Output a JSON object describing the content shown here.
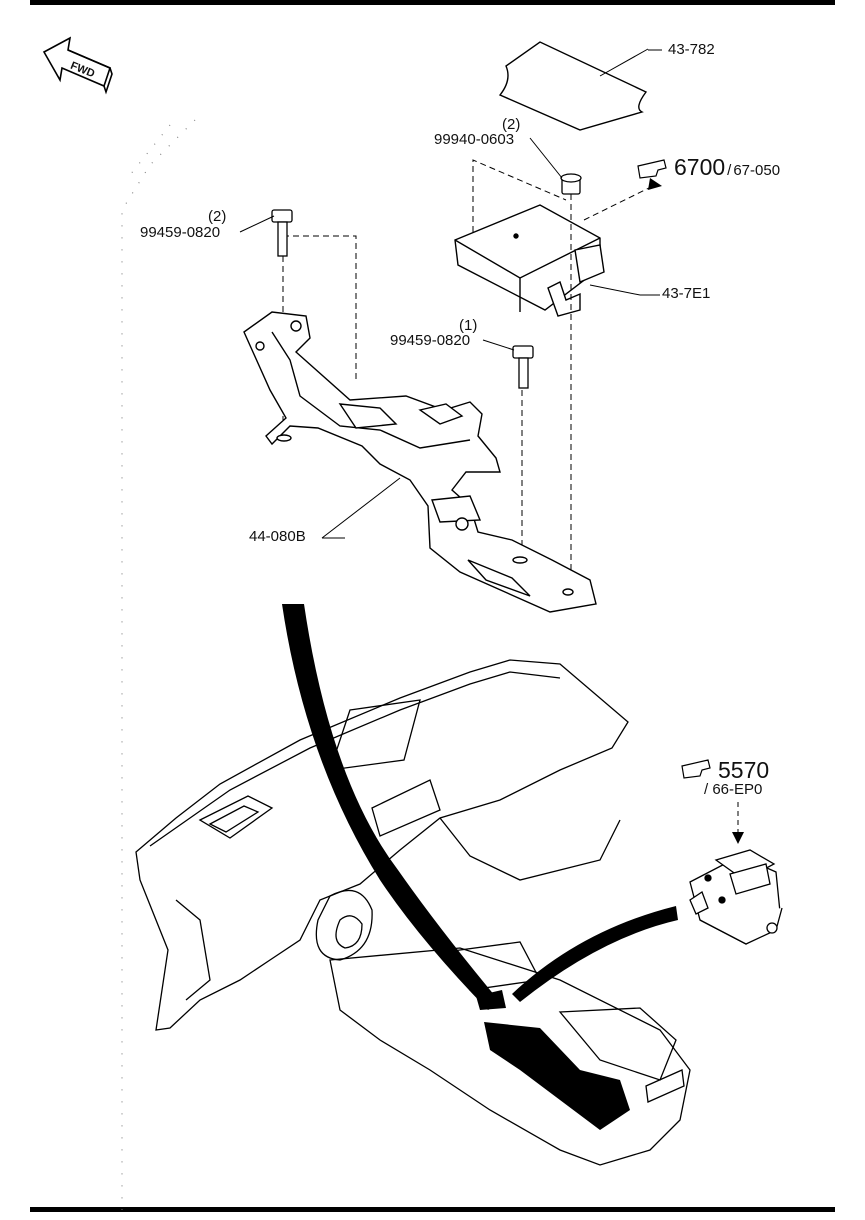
{
  "fwd_label": "FWD",
  "parts": {
    "cover": {
      "number": "43-782"
    },
    "nut": {
      "qty": "(2)",
      "number": "99940-0603"
    },
    "bolt_a": {
      "qty": "(2)",
      "number": "99459-0820"
    },
    "bolt_b": {
      "qty": "(1)",
      "number": "99459-0820"
    },
    "module": {
      "number": "43-7E1"
    },
    "bracket": {
      "number": "44-080B"
    }
  },
  "refs": {
    "module_ref": {
      "section": "6700",
      "sep": "/",
      "sub": "67-050"
    },
    "switch_ref": {
      "section": "5570",
      "sub": "/ 66-EP0"
    }
  },
  "icons": [
    "fwd-arrow-icon",
    "pointing-hand-icon"
  ]
}
